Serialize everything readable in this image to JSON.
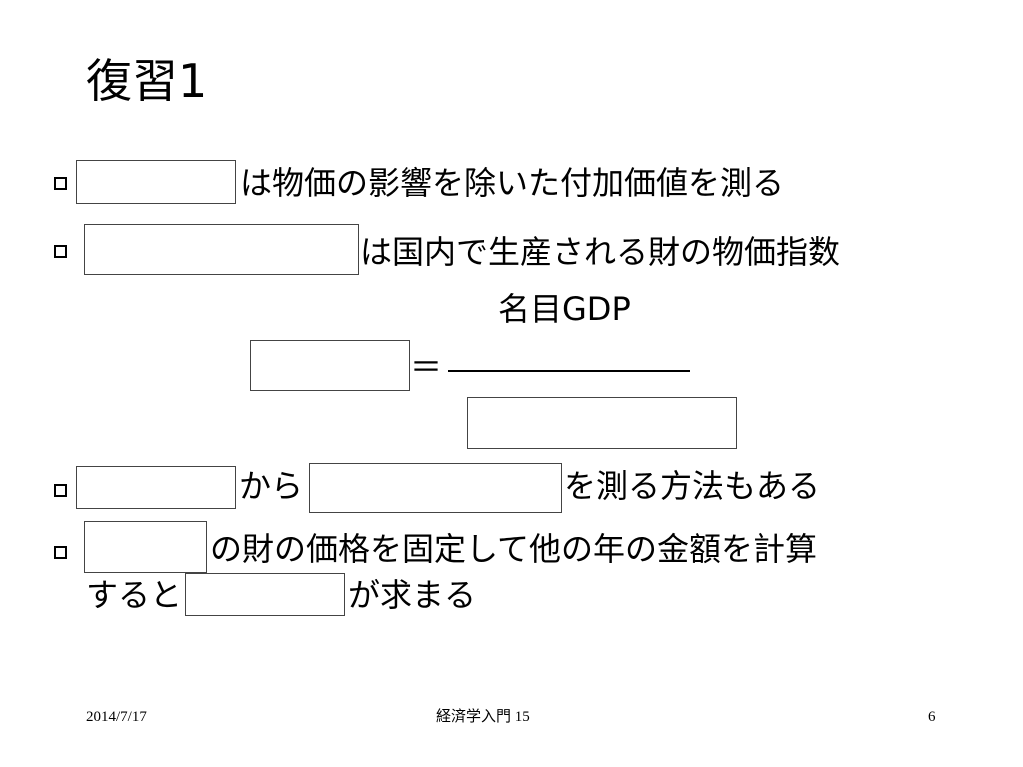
{
  "slide": {
    "title": "復習1",
    "bullets": [
      {
        "text": "は物価の影響を除いた付加価値を測る"
      },
      {
        "text": "は国内で生産される財の物価指数"
      },
      {
        "text_a": "から",
        "text_b": "を測る方法もある"
      },
      {
        "text_line1": "の財の価格を固定して他の年の金額を計算",
        "text_line2_prefix": "すると",
        "text_line2_suffix": "が求まる"
      }
    ],
    "formula": {
      "numerator": "名目GDP",
      "equals": "＝"
    }
  },
  "footer": {
    "date": "2014/7/17",
    "course": "経済学入門 15",
    "page": "6"
  }
}
